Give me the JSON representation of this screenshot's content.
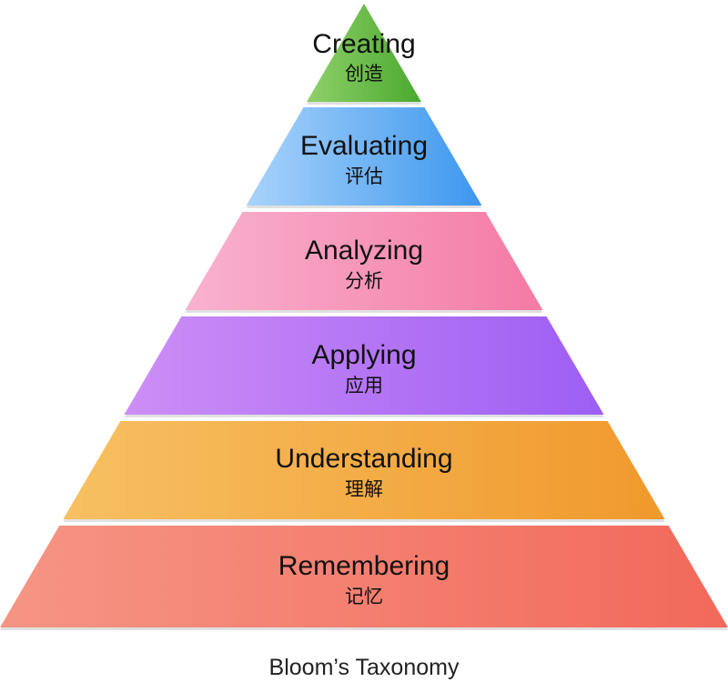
{
  "diagram": {
    "caption": "Bloom’s Taxonomy",
    "tiers": [
      {
        "label": "Creating",
        "sublabel": "创造",
        "color_left": "#8fd06a",
        "color_right": "#4aa92e"
      },
      {
        "label": "Evaluating",
        "sublabel": "评估",
        "color_left": "#a9d3fb",
        "color_right": "#3c97ee"
      },
      {
        "label": "Analyzing",
        "sublabel": "分析",
        "color_left": "#f9b2cf",
        "color_right": "#f47aa4"
      },
      {
        "label": "Applying",
        "sublabel": "应用",
        "color_left": "#cd8ef6",
        "color_right": "#9d5ef4"
      },
      {
        "label": "Understanding",
        "sublabel": "理解",
        "color_left": "#f7c062",
        "color_right": "#f0992c"
      },
      {
        "label": "Remembering",
        "sublabel": "记忆",
        "color_left": "#f69585",
        "color_right": "#f2695a"
      }
    ]
  }
}
